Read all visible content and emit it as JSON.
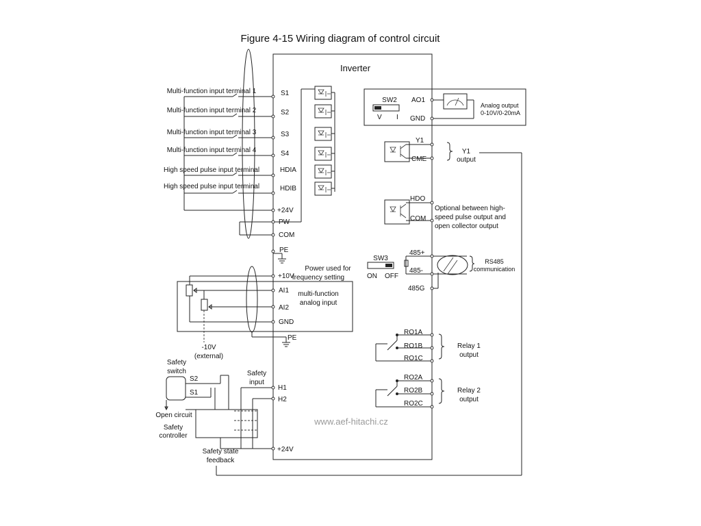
{
  "title": "Figure 4-15 Wiring diagram of control circuit",
  "inverter_label": "Inverter",
  "watermark": "www.aef-hitachi.cz",
  "inputs": [
    {
      "label": "Multi-function input terminal 1",
      "terminal": "S1"
    },
    {
      "label": "Multi-function input terminal 2",
      "terminal": "S2"
    },
    {
      "label": "Multi-function input terminal 3",
      "terminal": "S3"
    },
    {
      "label": "Multi-function input terminal 4",
      "terminal": "S4"
    },
    {
      "label": "High speed pulse input terminal",
      "terminal": "HDIA"
    },
    {
      "label": "High speed pulse input terminal",
      "terminal": "HDIB"
    }
  ],
  "supply_terminals": {
    "p24v": "+24V",
    "pw": "PW",
    "com": "COM",
    "pe": "PE"
  },
  "analog_in": {
    "p10v": "+10V",
    "power_note": "Power used for",
    "power_note2": "frequency setting",
    "ai1": "AI1",
    "ai2": "AI2",
    "gnd": "GND",
    "pe": "PE",
    "note1": "multi-function",
    "note2": "analog input",
    "ext1": "-10V",
    "ext2": "(external)"
  },
  "safety": {
    "switch1": "Safety",
    "switch2": "switch",
    "s2": "S2",
    "s1": "S1",
    "open_circuit": "Open circuit",
    "ctrl1": "Safety",
    "ctrl2": "controller",
    "input1": "Safety",
    "input2": "input",
    "h1": "H1",
    "h2": "H2",
    "p24v": "+24V",
    "fb1": "Safety state",
    "fb2": "feedback"
  },
  "analog_out": {
    "sw2": "SW2",
    "v": "V",
    "i": "I",
    "ao1": "AO1",
    "gnd": "GND",
    "desc1": "Analog output",
    "desc2": "0-10V/0-20mA"
  },
  "y1": {
    "y1": "Y1",
    "cme": "CME",
    "out1": "Y1",
    "out2": "output"
  },
  "hdo": {
    "hdo": "HDO",
    "com": "COM",
    "desc1": "Optional between high-",
    "desc2": "speed pulse output and",
    "desc3": "open collector output"
  },
  "rs485": {
    "sw3": "SW3",
    "on": "ON",
    "off": "OFF",
    "plus": "485+",
    "minus": "485-",
    "g": "485G",
    "comm1": "RS485",
    "comm2": "communication"
  },
  "relay1": {
    "a": "RO1A",
    "b": "RO1B",
    "c": "RO1C",
    "out1": "Relay 1",
    "out2": "output"
  },
  "relay2": {
    "a": "RO2A",
    "b": "RO2B",
    "c": "RO2C",
    "out1": "Relay 2",
    "out2": "output"
  }
}
